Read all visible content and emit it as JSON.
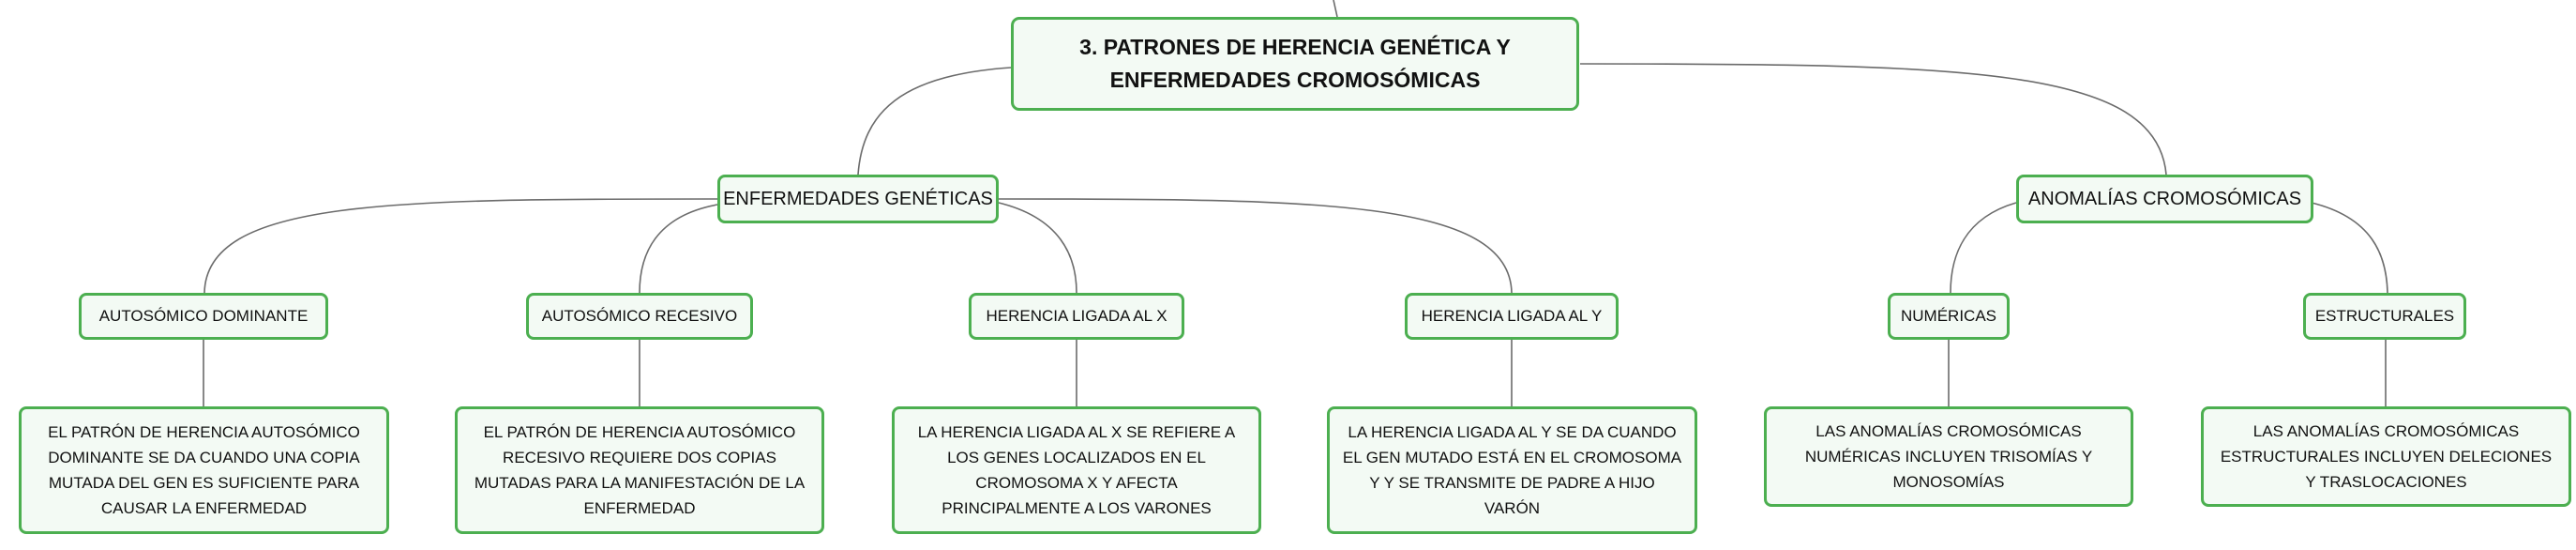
{
  "diagram": {
    "root": {
      "text": "3. PATRONES DE HERENCIA GENÉTICA Y ENFERMEDADES CROMOSÓMICAS"
    },
    "branches": [
      {
        "label": "ENFERMEDADES GENÉTICAS",
        "children": [
          {
            "label": "AUTOSÓMICO DOMINANTE",
            "description": "EL PATRÓN DE HERENCIA AUTOSÓMICO DOMINANTE SE DA CUANDO UNA COPIA MUTADA DEL GEN ES SUFICIENTE PARA CAUSAR LA ENFERMEDAD"
          },
          {
            "label": "AUTOSÓMICO RECESIVO",
            "description": "EL PATRÓN DE HERENCIA AUTOSÓMICO RECESIVO REQUIERE DOS COPIAS MUTADAS PARA LA MANIFESTACIÓN DE LA ENFERMEDAD"
          },
          {
            "label": "HERENCIA LIGADA AL X",
            "description": "LA HERENCIA LIGADA AL X SE REFIERE A LOS GENES LOCALIZADOS EN EL CROMOSOMA X Y AFECTA PRINCIPALMENTE A LOS VARONES"
          },
          {
            "label": "HERENCIA LIGADA AL Y",
            "description": "LA HERENCIA LIGADA AL Y SE DA CUANDO EL GEN MUTADO ESTÁ EN EL CROMOSOMA Y Y SE TRANSMITE DE PADRE A HIJO VARÓN"
          }
        ]
      },
      {
        "label": "ANOMALÍAS CROMOSÓMICAS",
        "children": [
          {
            "label": "NUMÉRICAS",
            "description": "LAS ANOMALÍAS CROMOSÓMICAS NUMÉRICAS INCLUYEN TRISOMÍAS Y MONOSOMÍAS"
          },
          {
            "label": "ESTRUCTURALES",
            "description": "LAS ANOMALÍAS CROMOSÓMICAS ESTRUCTURALES INCLUYEN DELECIONES Y TRASLOCACIONES"
          }
        ]
      }
    ],
    "colors": {
      "node_border": "#4caf50",
      "node_fill": "#f3faf4",
      "connector": "#6b6b6b",
      "text": "#111111"
    }
  }
}
